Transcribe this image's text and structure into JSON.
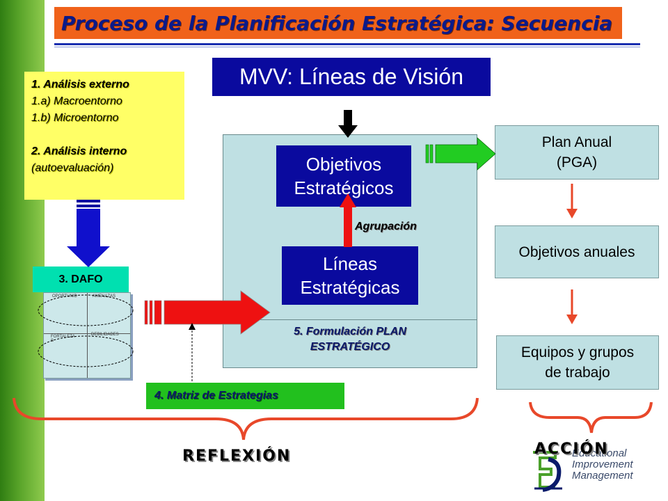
{
  "title": "Proceso de la Planificación Estratégica: Secuencia",
  "analysis_box": {
    "line1": "1. Análisis externo",
    "line2": "1.a) Macroentorno",
    "line3": "1.b) Microentorno",
    "line4": "2. Análisis interno",
    "line5": "(autoevaluación)"
  },
  "mvv": "MVV: Líneas de Visión",
  "objetivos_estrategicos": {
    "line1": "Objetivos",
    "line2": "Estratégicos"
  },
  "agrupacion": "Agrupación",
  "lineas_estrategicas": {
    "line1": "Líneas",
    "line2": "Estratégicas"
  },
  "formulacion_plan": {
    "line1": "5. Formulación PLAN",
    "line2": "ESTRATÉGICO"
  },
  "plan_anual": {
    "line1": "Plan Anual",
    "line2": "(PGA)"
  },
  "objetivos_anuales": "Objetivos anuales",
  "equipos": {
    "line1": "Equipos y grupos",
    "line2": "de trabajo"
  },
  "dafo": {
    "label": "3. DAFO",
    "cells": [
      "OPORTUNID",
      "AMENAZAS",
      "FORTALEZA S",
      "DEBILIDADES"
    ]
  },
  "matriz": "4. Matriz de Estrategias",
  "reflexion": "REFLEXIÓN",
  "accion": "ACCIÓN",
  "logo": {
    "line1": "Educational",
    "line2": "Improvement",
    "line3": "Management",
    "mark": "EIM"
  },
  "colors": {
    "title_bg": "#f0621a",
    "title_text": "#0b1a8a",
    "dark_blue": "#0a0a9e",
    "light_teal": "#bfe0e3",
    "yellow": "#ffff66",
    "green_arrow": "#22cc22",
    "red_arrow": "#ee1111",
    "brace": "#e8482a"
  }
}
